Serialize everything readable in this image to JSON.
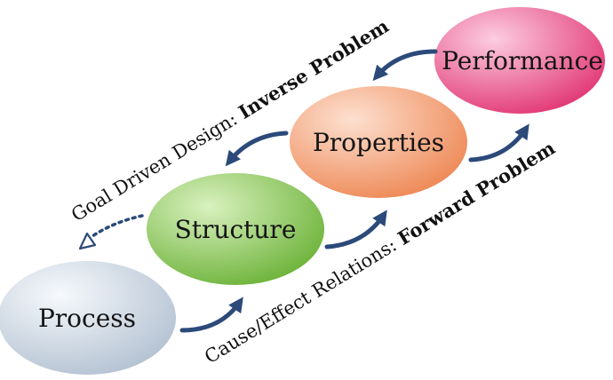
{
  "nodes": {
    "process": "Process",
    "structure": "Structure",
    "properties": "Properties",
    "performance": "Performance"
  },
  "labels": {
    "inverse_prefix": "Goal Driven Design: ",
    "inverse_emphasis": "Inverse Problem",
    "forward_prefix": "Cause/Effect Relations: ",
    "forward_emphasis": "Forward Problem"
  },
  "colors": {
    "process": "#c3d0de",
    "structure": "#8cc760",
    "properties": "#f4a47d",
    "performance": "#ec4e85",
    "arrow": "#2b4a7a"
  }
}
